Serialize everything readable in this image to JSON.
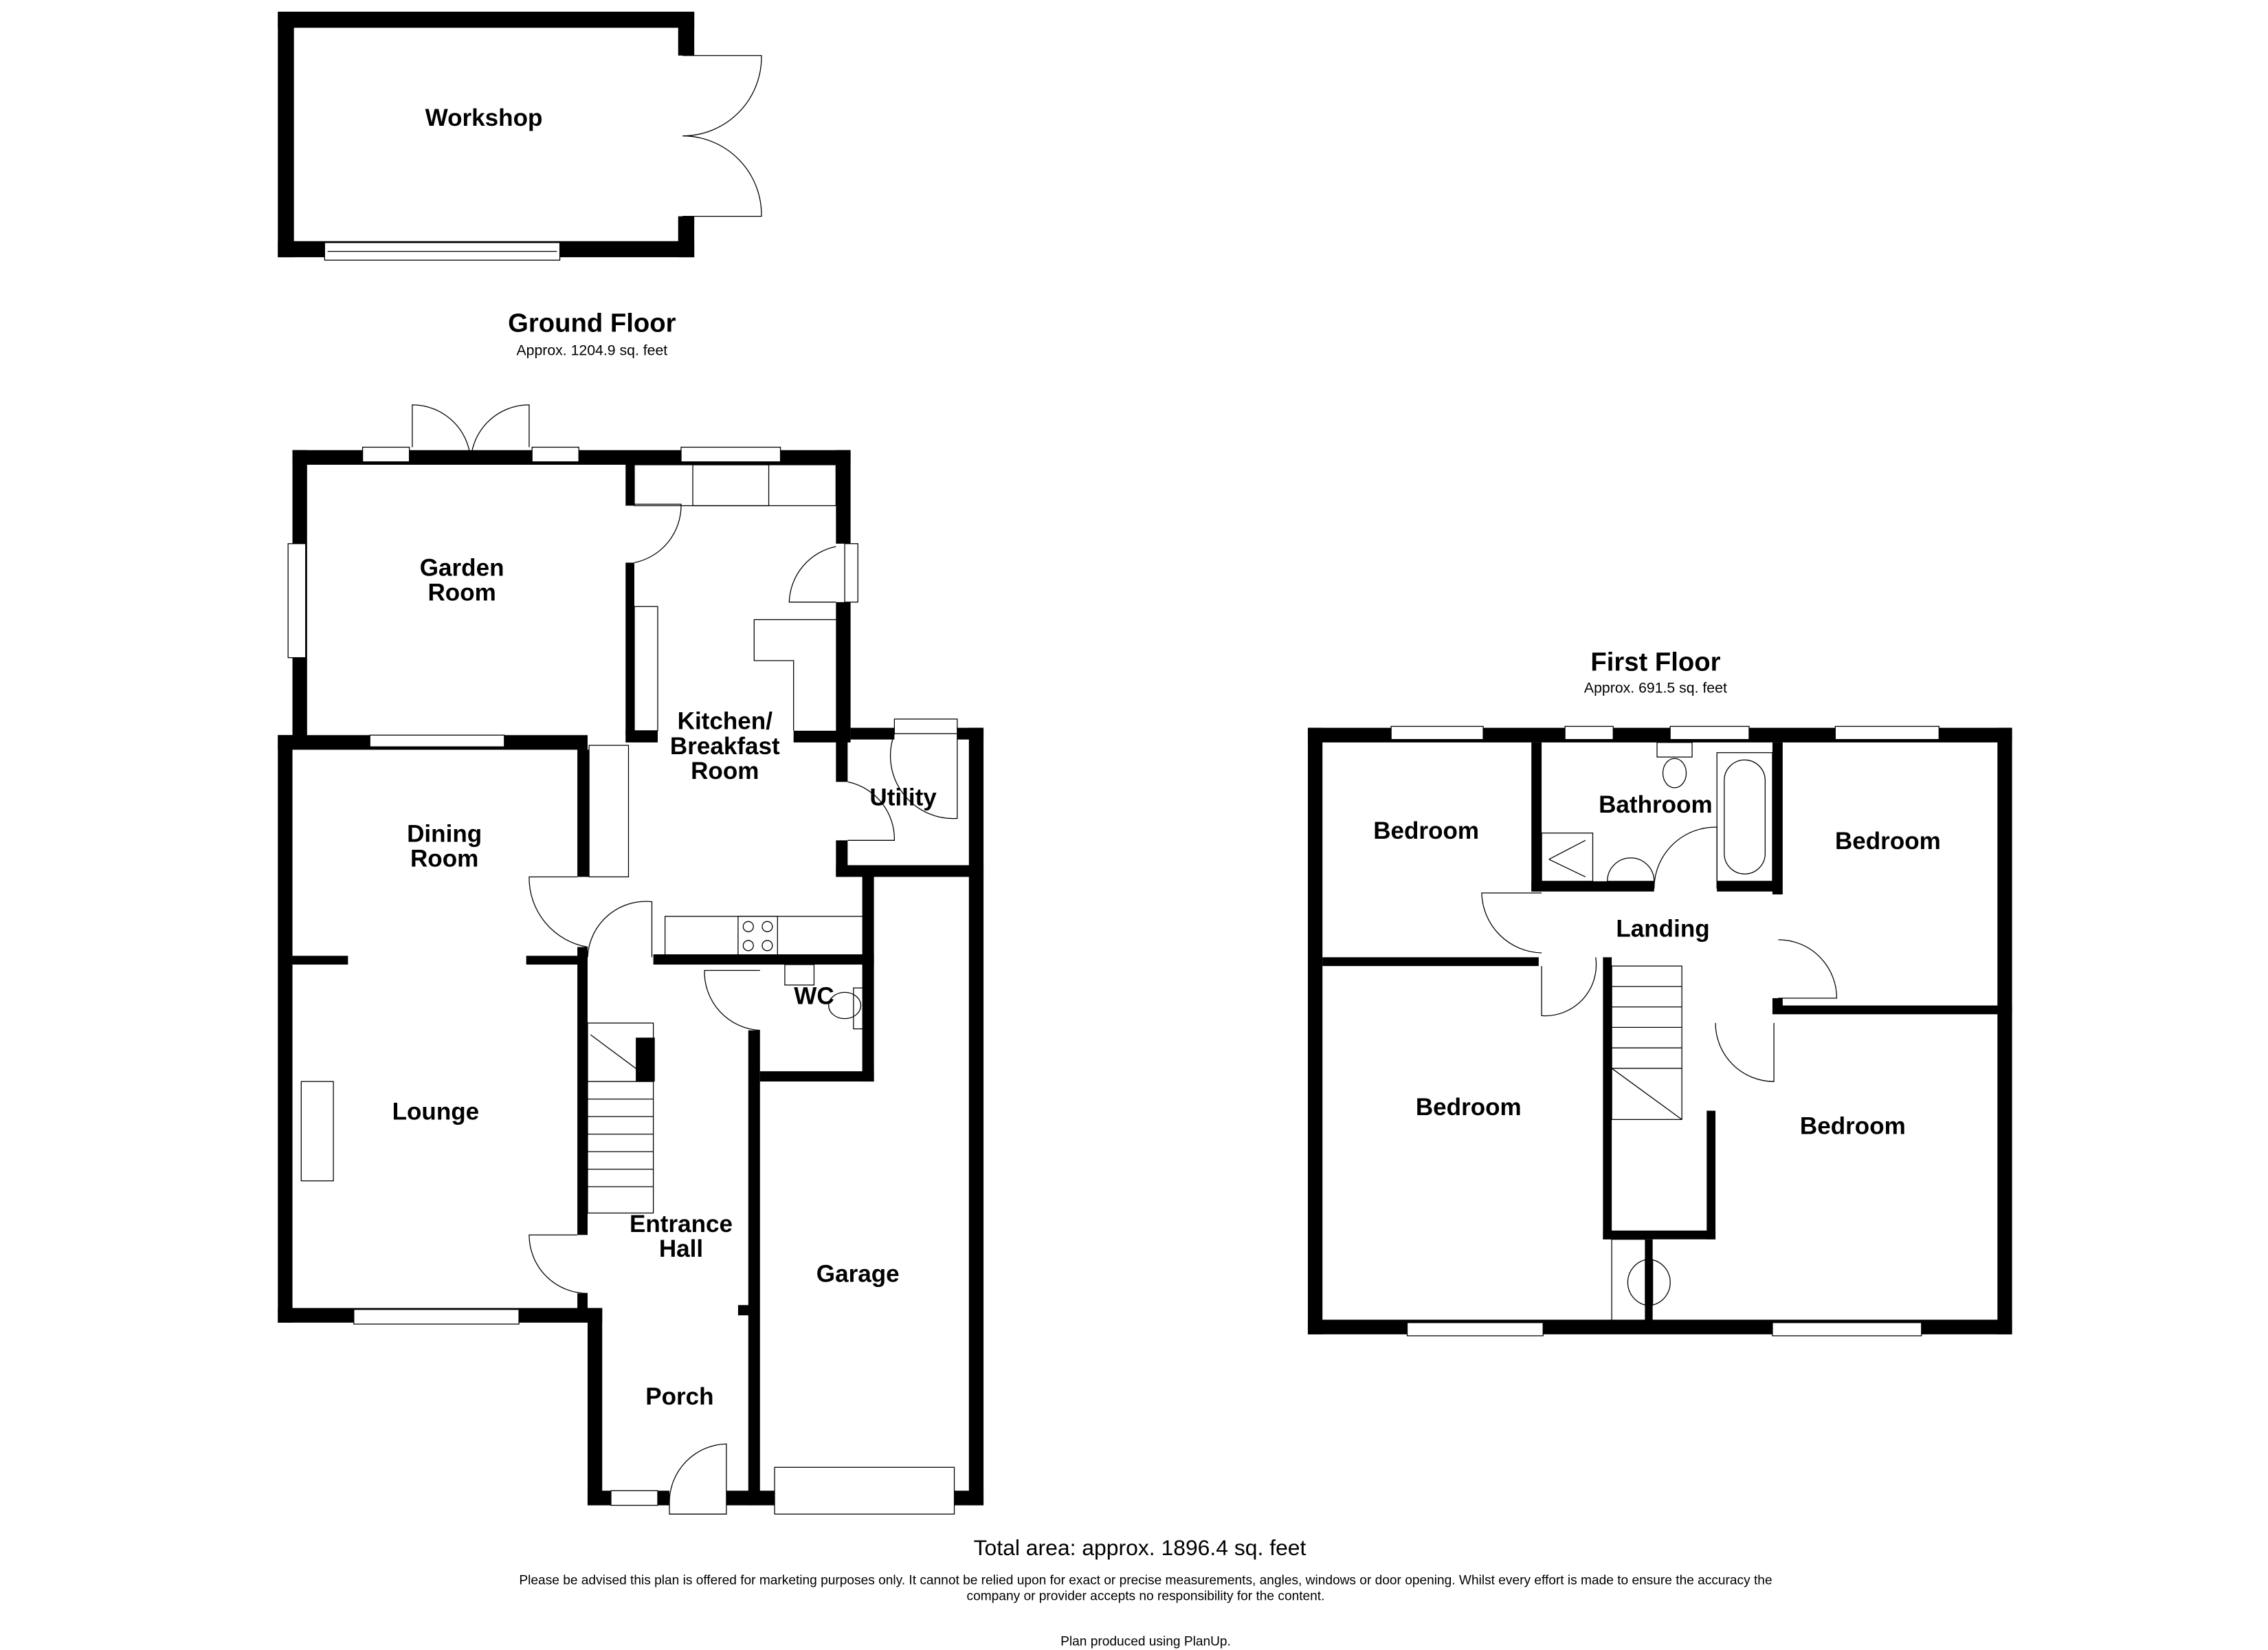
{
  "workshop": {
    "label": "Workshop"
  },
  "ground_floor": {
    "title": "Ground Floor",
    "area": "Approx. 1204.9 sq. feet",
    "rooms": {
      "garden_room": [
        "Garden",
        "Room"
      ],
      "kitchen": [
        "Kitchen/",
        "Breakfast",
        "Room"
      ],
      "utility": "Utility",
      "dining_room": [
        "Dining",
        "Room"
      ],
      "wc": "WC",
      "lounge": "Lounge",
      "entrance_hall": [
        "Entrance",
        "Hall"
      ],
      "garage": "Garage",
      "porch": "Porch"
    }
  },
  "first_floor": {
    "title": "First Floor",
    "area": "Approx. 691.5 sq. feet",
    "rooms": {
      "bedroom_top_left": "Bedroom",
      "bathroom": "Bathroom",
      "bedroom_top_right": "Bedroom",
      "landing": "Landing",
      "bedroom_bottom_left": "Bedroom",
      "bedroom_bottom_right": "Bedroom"
    }
  },
  "footer": {
    "total_area": "Total area: approx. 1896.4 sq. feet",
    "disclaimer_line1": "Please be advised this plan is offered for marketing purposes only. It cannot be relied upon for exact or precise measurements, angles, windows or door opening. Whilst every effort is made to ensure the accuracy the",
    "disclaimer_line2": "company or provider accepts no responsibility for the content.",
    "credit": "Plan produced using PlanUp."
  }
}
